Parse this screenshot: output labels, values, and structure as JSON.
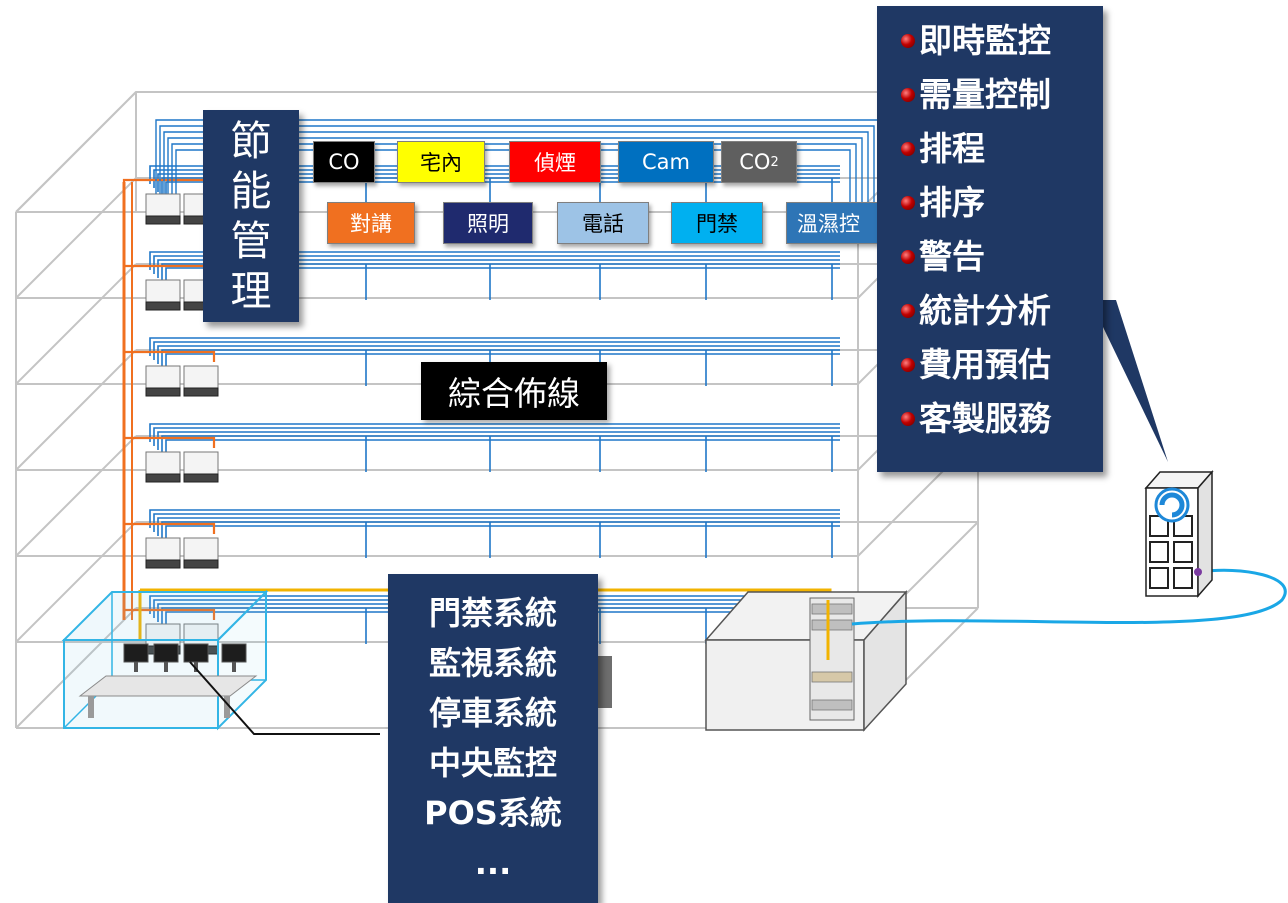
{
  "energy_panel": {
    "chars": [
      "節",
      "能",
      "管",
      "理"
    ]
  },
  "subsystem_tags": [
    {
      "text": "CO",
      "bg": "#000000",
      "style": "dark"
    },
    {
      "text": "宅內",
      "bg": "#ffff00",
      "style": "light"
    },
    {
      "text": "偵煙",
      "bg": "#ff0000",
      "style": "dark"
    },
    {
      "text": "Cam",
      "bg": "#0070c0",
      "style": "dark"
    },
    {
      "text": "CO",
      "sub": "2",
      "bg": "#5f5f5f",
      "style": "dark"
    },
    {
      "text": "對講",
      "bg": "#f07020",
      "style": "dark"
    },
    {
      "text": "照明",
      "bg": "#1f2a6e",
      "style": "dark"
    },
    {
      "text": "電話",
      "bg": "#9dc3e6",
      "style": "light"
    },
    {
      "text": "門禁",
      "bg": "#00b0f0",
      "style": "light"
    },
    {
      "text": "溫濕控",
      "bg": "#2e75b6",
      "style": "dark"
    }
  ],
  "cabling_label": "綜合佈線",
  "feature_list": [
    "即時監控",
    "需量控制",
    "排程",
    "排序",
    "警告",
    "統計分析",
    "費用預估",
    "客製服務"
  ],
  "systems_list": [
    "門禁系統",
    "監視系統",
    "停車系統",
    "中央監控",
    "POS系統",
    "..."
  ],
  "colors": {
    "panel_bg": "#1f3864",
    "cable_blue": "#1f77c8",
    "cable_orange": "#f07020",
    "cable_gold": "#f2b300",
    "frame_gray": "#bdbdbd",
    "link_cyan": "#1aa7e6",
    "bullet_red": "#c00000"
  },
  "icons": [
    "building-wireframe",
    "server-rack",
    "control-room-desk",
    "equipment-room",
    "energy-server-icon"
  ]
}
